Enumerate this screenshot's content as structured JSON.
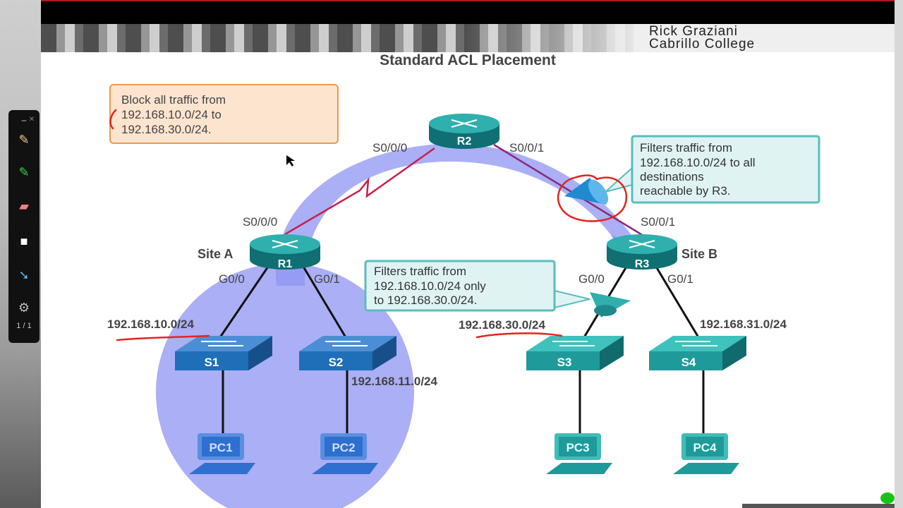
{
  "header": {
    "author_line1": "Rick Graziani",
    "author_line2": "Cabrillo College"
  },
  "slide": {
    "title": "Standard ACL Placement"
  },
  "callouts": {
    "block": [
      "Block all traffic from",
      "192.168.10.0/24 to",
      "192.168.30.0/24."
    ],
    "r3_filter": [
      "Filters traffic from",
      "192.168.10.0/24 to all",
      "destinations",
      "reachable by R3."
    ],
    "g00_filter": [
      "Filters traffic from",
      "192.168.10.0/24 only",
      "to 192.168.30.0/24."
    ]
  },
  "routers": {
    "r1": "R1",
    "r2": "R2",
    "r3": "R3"
  },
  "switches": {
    "s1": "S1",
    "s2": "S2",
    "s3": "S3",
    "s4": "S4"
  },
  "pcs": {
    "pc1": "PC1",
    "pc2": "PC2",
    "pc3": "PC3",
    "pc4": "PC4"
  },
  "sites": {
    "a": "Site A",
    "b": "Site B"
  },
  "interfaces": {
    "r2_s000": "S0/0/0",
    "r2_s001": "S0/0/1",
    "r1_s000": "S0/0/0",
    "r3_s001": "S0/0/1",
    "r1_g00": "G0/0",
    "r1_g01": "G0/1",
    "r3_g00": "G0/0",
    "r3_g01": "G0/1"
  },
  "networks": {
    "n10": "192.168.10.0/24",
    "n11": "192.168.11.0/24",
    "n30": "192.168.30.0/24",
    "n31": "192.168.31.0/24"
  },
  "toolbar": {
    "page": "1 / 1",
    "icons": [
      "minimize-icon",
      "close-icon",
      "pencil-icon",
      "highlighter-icon",
      "eraser-icon",
      "whiteboard-icon",
      "pointer-icon",
      "gear-icon"
    ]
  },
  "colors": {
    "router": "#1f8a8a",
    "switch_a": "#1f6eb8",
    "switch_b": "#1f9a9a",
    "flow": "#8f94f2",
    "annotation": "#e3241f"
  }
}
